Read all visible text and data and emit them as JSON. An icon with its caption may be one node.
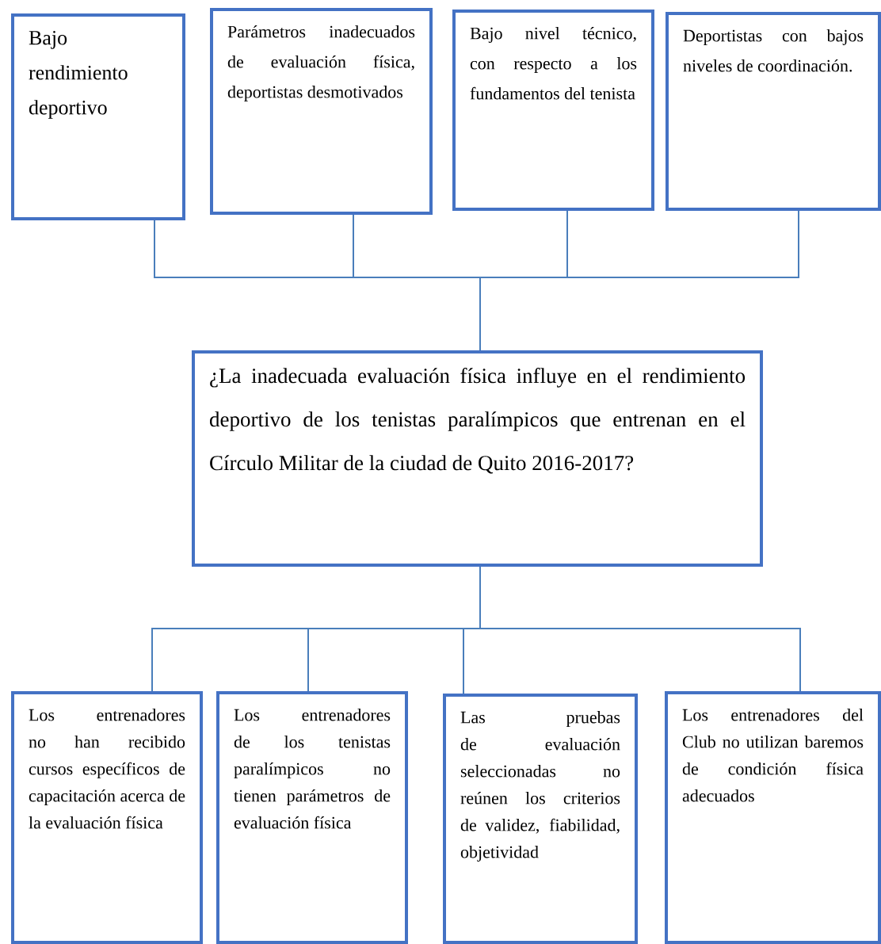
{
  "diagram": {
    "nodes": [
      {
        "text": [
          "Bajo rendimiento deportivo"
        ]
      },
      {
        "text": [
          "Parámetros inadecuados de evaluación física, deportistas desmotivados"
        ]
      },
      {
        "text": [
          "Bajo nivel técnico, con respecto a los fundamentos del tenista"
        ]
      },
      {
        "text": [
          "Deportistas con bajos niveles de coordinación."
        ]
      },
      {
        "text": [
          "¿La inadecuada evaluación física influye en el rendimiento deportivo de los tenistas paralímpicos que entrenan en el Círculo Militar de la ciudad de Quito 2016-2017?"
        ]
      },
      {
        "text": [
          "Los entrenadores no han recibido cursos específicos de capacitación acerca de la evaluación física"
        ]
      },
      {
        "text": [
          "Los entrenadores de los tenistas paralímpicos no tienen parámetros de evaluación física"
        ]
      },
      {
        "text": [
          "Las pruebas de evaluación seleccionadas no reúnen los criterios de validez, fiabilidad, objetividad"
        ]
      },
      {
        "text": [
          "Los entrenadores del Club no utilizan baremos de condición física adecuados"
        ]
      }
    ],
    "edges": [
      {
        "from": 0,
        "to": 4,
        "arrow": "none"
      },
      {
        "from": 1,
        "to": 4,
        "arrow": "none"
      },
      {
        "from": 2,
        "to": 4,
        "arrow": "none"
      },
      {
        "from": 3,
        "to": 4,
        "arrow": "none"
      },
      {
        "from": 4,
        "to": 5,
        "arrow": "none"
      },
      {
        "from": 4,
        "to": 6,
        "arrow": "none"
      },
      {
        "from": 4,
        "to": 7,
        "arrow": "none"
      },
      {
        "from": 4,
        "to": 8,
        "arrow": "none"
      }
    ]
  }
}
